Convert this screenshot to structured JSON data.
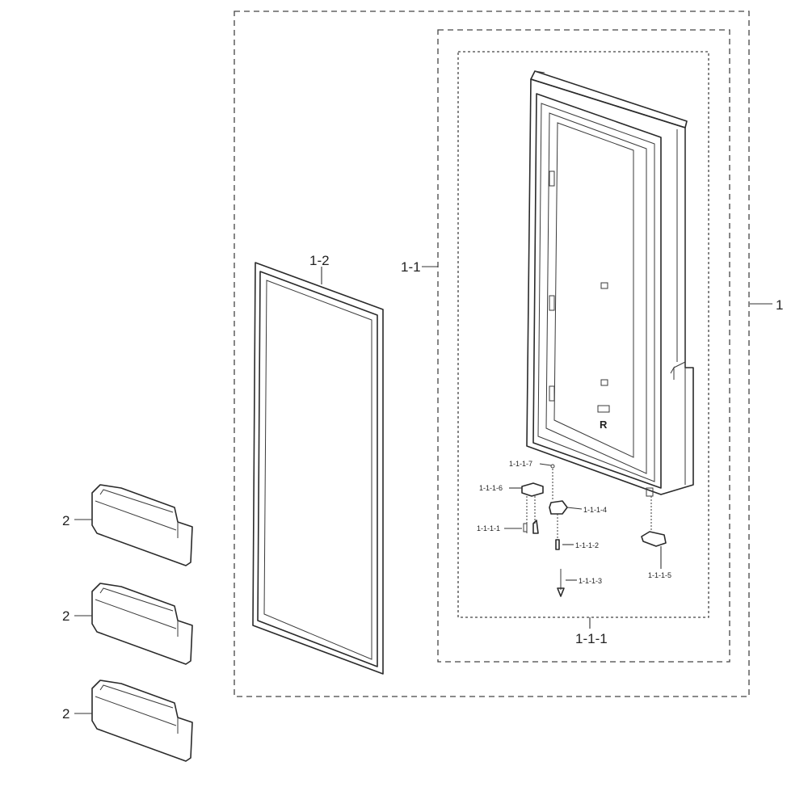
{
  "callouts": {
    "assembly": "1",
    "door_assy": "1-1",
    "door_foam": "1-1-1",
    "gasket": "1-2",
    "bin_1": "2",
    "bin_2": "2",
    "bin_3": "2",
    "sub_1": "1-1-1-1",
    "sub_2": "1-1-1-2",
    "sub_3": "1-1-1-3",
    "sub_4": "1-1-1-4",
    "sub_5": "1-1-1-5",
    "sub_6": "1-1-1-6",
    "sub_7": "1-1-1-7"
  },
  "door_marking": "R",
  "colors": {
    "line": "#2a2a2a",
    "background": "#ffffff"
  }
}
